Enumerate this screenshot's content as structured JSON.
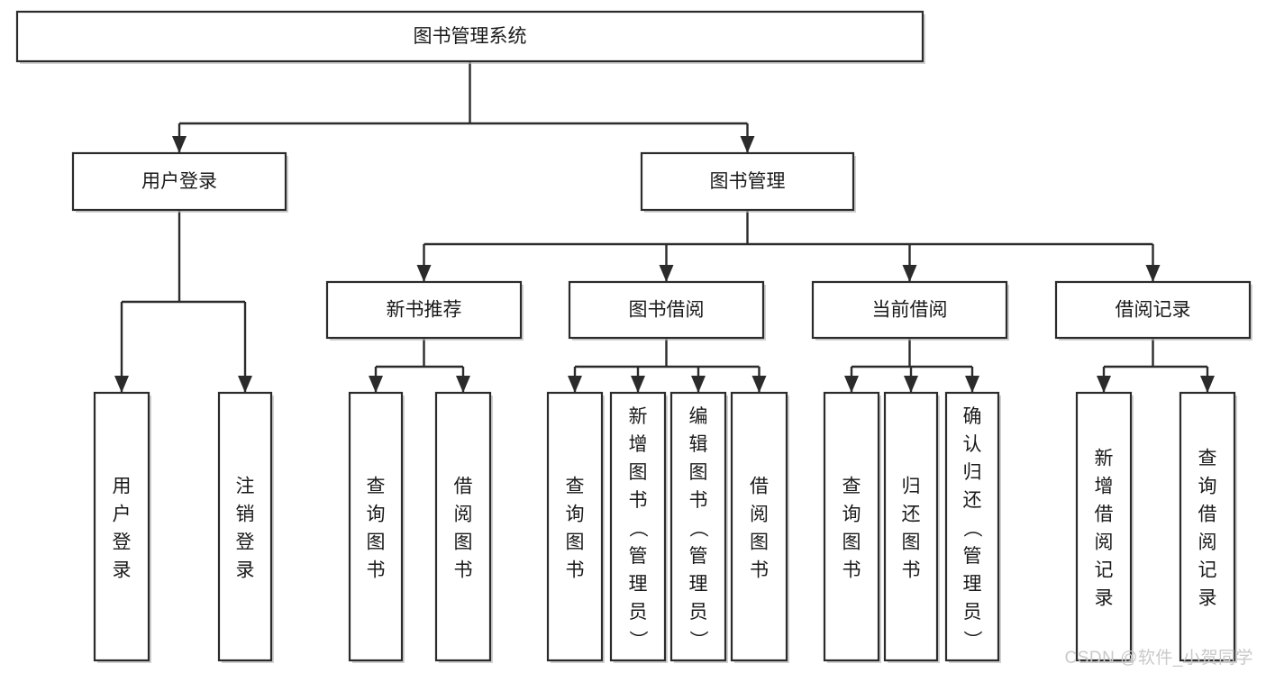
{
  "diagram": {
    "title": "图书管理系统",
    "type": "tree-hierarchy",
    "watermark": "CSDN @软件_小贺同学",
    "colors": {
      "box_stroke": "#2b2b2b",
      "box_fill": "#ffffff",
      "connector": "#2b2b2b",
      "text": "#1a1a1a",
      "watermark": "#c9c9c9",
      "background": "#ffffff"
    },
    "root": {
      "label": "图书管理系统",
      "orientation": "horizontal"
    },
    "level2": [
      {
        "label": "用户登录",
        "orientation": "horizontal"
      },
      {
        "label": "图书管理",
        "orientation": "horizontal"
      }
    ],
    "level3": [
      {
        "label": "新书推荐",
        "orientation": "horizontal",
        "parent": "图书管理"
      },
      {
        "label": "图书借阅",
        "orientation": "horizontal",
        "parent": "图书管理"
      },
      {
        "label": "当前借阅",
        "orientation": "horizontal",
        "parent": "图书管理"
      },
      {
        "label": "借阅记录",
        "orientation": "horizontal",
        "parent": "图书管理"
      }
    ],
    "leaves": {
      "用户登录": [
        {
          "label": "用户登录",
          "orientation": "vertical"
        },
        {
          "label": "注销登录",
          "orientation": "vertical"
        }
      ],
      "新书推荐": [
        {
          "label": "查询图书",
          "orientation": "vertical"
        },
        {
          "label": "借阅图书",
          "orientation": "vertical"
        }
      ],
      "图书借阅": [
        {
          "label": "查询图书",
          "orientation": "vertical"
        },
        {
          "label": "新增图书（管理员）",
          "orientation": "vertical"
        },
        {
          "label": "编辑图书（管理员）",
          "orientation": "vertical"
        },
        {
          "label": "借阅图书",
          "orientation": "vertical"
        }
      ],
      "当前借阅": [
        {
          "label": "查询图书",
          "orientation": "vertical"
        },
        {
          "label": "归还图书",
          "orientation": "vertical"
        },
        {
          "label": "确认归还（管理员）",
          "orientation": "vertical"
        }
      ],
      "借阅记录": [
        {
          "label": "新增借阅记录",
          "orientation": "vertical"
        },
        {
          "label": "查询借阅记录",
          "orientation": "vertical"
        }
      ]
    }
  },
  "chart_data": {
    "type": "table",
    "title": "图书管理系统",
    "nodes": [
      "图书管理系统",
      "用户登录",
      "图书管理",
      "新书推荐",
      "图书借阅",
      "当前借阅",
      "借阅记录",
      "用户登录",
      "注销登录",
      "查询图书",
      "借阅图书",
      "查询图书",
      "新增图书（管理员）",
      "编辑图书（管理员）",
      "借阅图书",
      "查询图书",
      "归还图书",
      "确认归还（管理员）",
      "新增借阅记录",
      "查询借阅记录"
    ]
  }
}
